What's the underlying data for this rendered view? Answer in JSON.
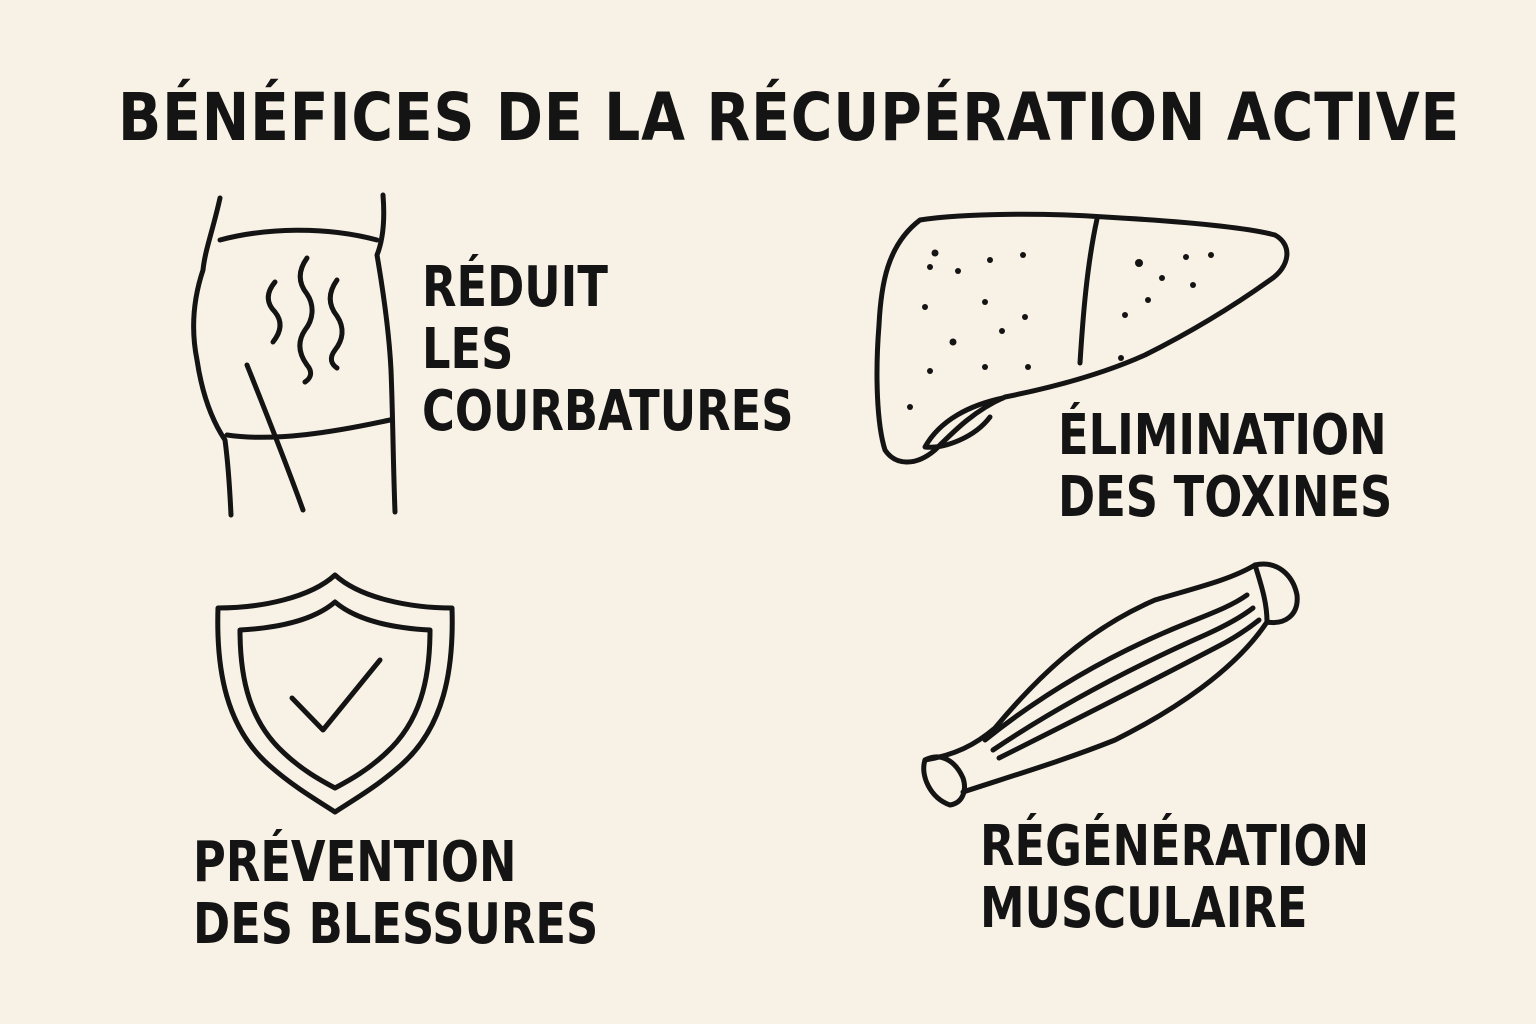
{
  "title": "BÉNÉFICES DE LA RÉCUPÉRATION ACTIVE",
  "benefits": [
    {
      "icon": "sore-thigh-icon",
      "lines": [
        "RÉDUIT",
        "LES",
        "COURBATURES"
      ]
    },
    {
      "icon": "liver-icon",
      "lines": [
        "ÉLIMINATION",
        "DES TOXINES"
      ]
    },
    {
      "icon": "shield-check-icon",
      "lines": [
        "PRÉVENTION",
        "DES BLESSURES"
      ]
    },
    {
      "icon": "muscle-icon",
      "lines": [
        "RÉGÉNÉRATION",
        "MUSCULAIRE"
      ]
    }
  ],
  "colors": {
    "background": "#f8f1e5",
    "ink": "#141414"
  }
}
